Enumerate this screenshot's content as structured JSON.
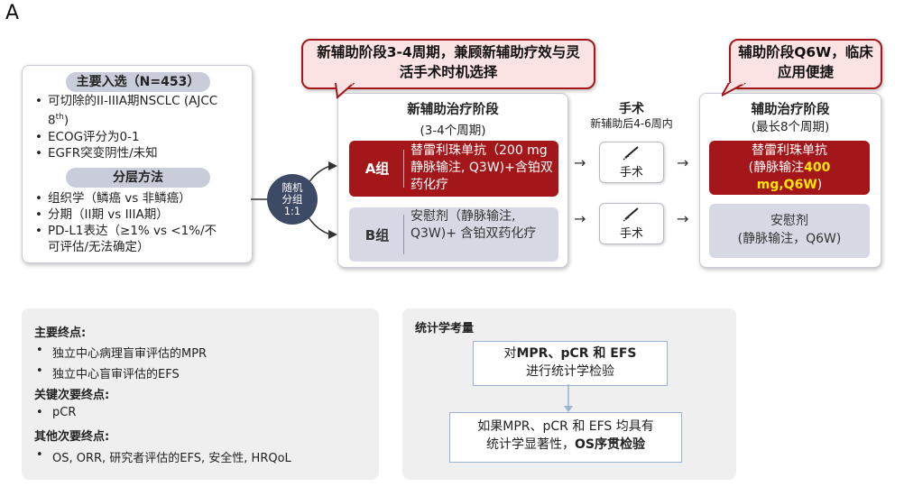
{
  "panel_label": "A",
  "eligibility": {
    "title": "主要入选（N=453）",
    "criteria": [
      {
        "prefix": "可切除的II-IIIA期NSCLC (AJCC 8",
        "sup": "th",
        "suffix": ")"
      },
      {
        "text": "ECOG评分为0-1"
      },
      {
        "text": "EGFR突变阴性/未知"
      }
    ],
    "strat_title": "分层方法",
    "strat_items": [
      "组织学（鳞癌 vs 非鳞癌）",
      "分期（II期 vs IIIA期）",
      "PD-L1表达（≥1% vs <1%/不可评估/无法确定）"
    ]
  },
  "randomization": {
    "line1": "随机",
    "line2": "分组",
    "line3": "1:1"
  },
  "callouts": {
    "neoadjuvant": "新辅助阶段3-4周期，兼顾新辅助疗效与灵活手术时机选择",
    "adjuvant": "辅助阶段Q6W，临床应用便捷"
  },
  "neoadjuvant": {
    "title": "新辅助治疗阶段",
    "subtitle": "(3-4个周期)",
    "arm_a": {
      "label": "A组",
      "text": "替雷利珠单抗（200 mg 静脉输注, Q3W)+含铂双药化疗"
    },
    "arm_b": {
      "label": "B组",
      "text": "安慰剂（静脉输注, Q3W)+ 含铂双药化疗"
    }
  },
  "surgery": {
    "title": "手术",
    "subtitle": "新辅助后4-6周内",
    "box_label": "手术",
    "icon": "scalpel-icon"
  },
  "adjuvant": {
    "title": "辅助治疗阶段",
    "subtitle": "(最长8个周期)",
    "arm_a": {
      "line1": "替雷利珠单抗",
      "line2_plain": "(静脉输注",
      "line2_hl": "400",
      "line3_hl": "mg,Q6W",
      "line3_plain": ")"
    },
    "arm_b": {
      "line1": "安慰剂",
      "line2": "(静脉输注，Q6W)"
    }
  },
  "endpoints": {
    "primary_title": "主要终点:",
    "primary": [
      "独立中心病理盲审评估的MPR",
      "独立中心盲审评估的EFS"
    ],
    "key_secondary_title": "关键次要终点:",
    "key_secondary": [
      "pCR"
    ],
    "other_secondary_title": "其他次要终点:",
    "other_secondary": [
      "OS, ORR, 研究者评估的EFS, 安全性, HRQoL"
    ]
  },
  "statistics": {
    "title": "统计学考量",
    "box1": {
      "pre": "对",
      "bold": "MPR、pCR 和 EFS",
      "line2": "进行统计学检验"
    },
    "box2": {
      "line1": "如果MPR、pCR 和 EFS 均具有",
      "line2_pre": "统计学显著性，",
      "line2_bold": "OS序贯检验"
    }
  },
  "colors": {
    "red": "#a3171b",
    "grey_arm": "#d6d9e4",
    "navy": "#3d4a66",
    "callout_bg": "#fbe3e3",
    "highlight": "#ffe600"
  }
}
